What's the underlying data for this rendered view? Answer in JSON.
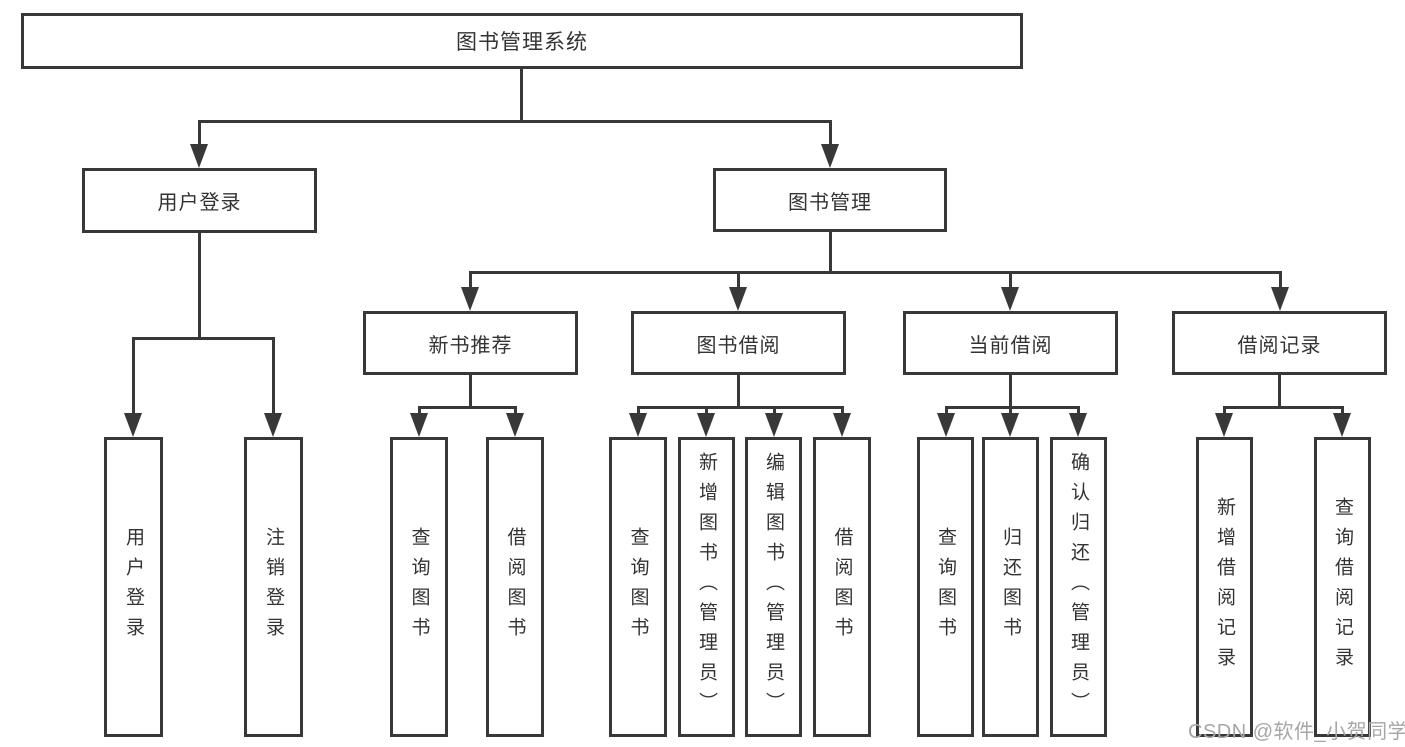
{
  "tree": {
    "root": {
      "label": "图书管理系统",
      "children": [
        {
          "label": "用户登录",
          "children": [
            {
              "label": "用户登录"
            },
            {
              "label": "注销登录"
            }
          ]
        },
        {
          "label": "图书管理",
          "children": [
            {
              "label": "新书推荐",
              "children": [
                {
                  "label": "查询图书"
                },
                {
                  "label": "借阅图书"
                }
              ]
            },
            {
              "label": "图书借阅",
              "children": [
                {
                  "label": "查询图书"
                },
                {
                  "label": "新增图书（管理员）"
                },
                {
                  "label": "编辑图书（管理员）"
                },
                {
                  "label": "借阅图书"
                }
              ]
            },
            {
              "label": "当前借阅",
              "children": [
                {
                  "label": "查询图书"
                },
                {
                  "label": "归还图书"
                },
                {
                  "label": "确认归还（管理员）"
                }
              ]
            },
            {
              "label": "借阅记录",
              "children": [
                {
                  "label": "新增借阅记录"
                },
                {
                  "label": "查询借阅记录"
                }
              ]
            }
          ]
        }
      ]
    }
  },
  "watermark": "CSDN @软件_小贺同学",
  "colors": {
    "line": "#383838",
    "text": "#333333",
    "watermark": "#a6a6a6",
    "background": "#ffffff"
  }
}
